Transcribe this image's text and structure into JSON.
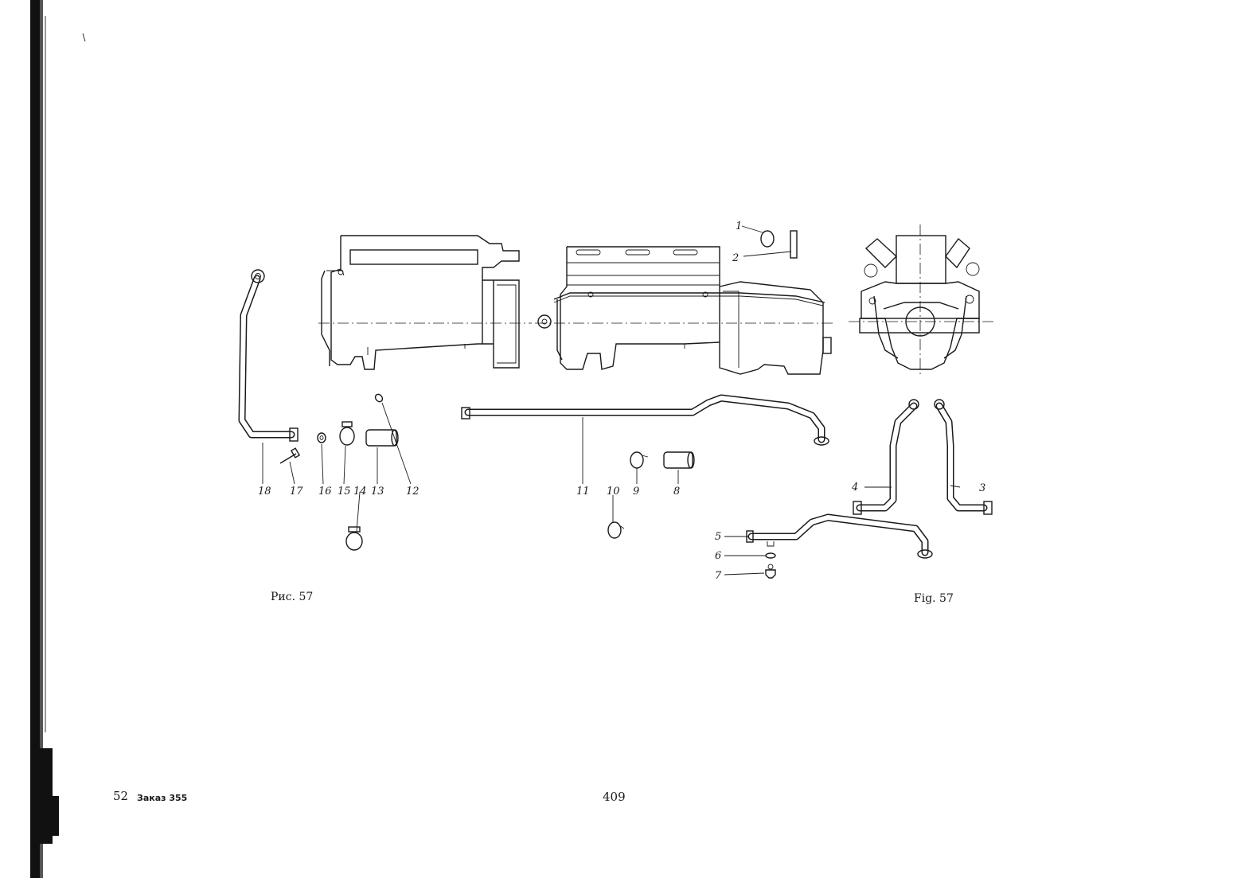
{
  "figure": {
    "caption_ru": "Рис. 57",
    "caption_en": "Fig. 57"
  },
  "part_labels": [
    "1",
    "2",
    "3",
    "4",
    "5",
    "6",
    "7",
    "8",
    "9",
    "10",
    "11",
    "12",
    "13",
    "14",
    "15",
    "16",
    "17",
    "18"
  ],
  "footer": {
    "sheet_number": "52",
    "order": "Заказ 355",
    "page_number": "409"
  },
  "colors": {
    "ink": "#1a1a1a",
    "paper": "#ffffff",
    "scan_edge": "#111111"
  }
}
